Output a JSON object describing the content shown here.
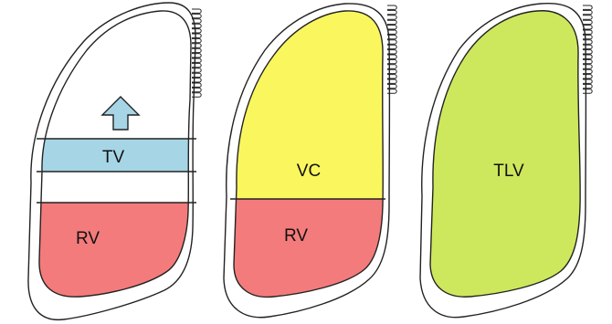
{
  "panels": [
    {
      "regions": {
        "tidal": "TV",
        "residual": "RV"
      }
    },
    {
      "regions": {
        "vital": "VC",
        "residual": "RV"
      }
    },
    {
      "regions": {
        "total": "TLV"
      }
    }
  ],
  "colors": {
    "tidal_volume": "#a6d6e6",
    "residual_volume": "#f47b7b",
    "vital_capacity": "#faf65e",
    "total_lung_volume": "#cde85d",
    "outline": "#222222"
  }
}
